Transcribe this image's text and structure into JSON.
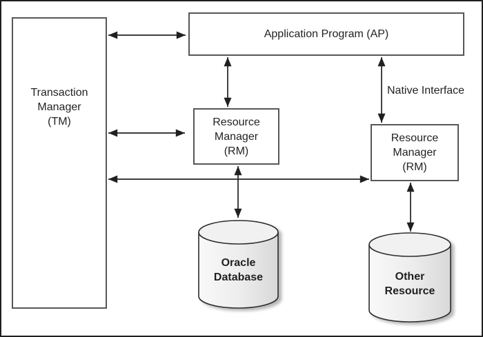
{
  "diagram": {
    "transaction_manager": {
      "label": "Transaction\nManager\n(TM)"
    },
    "application_program": {
      "label": "Application Program (AP)"
    },
    "resource_manager_left": {
      "label": "Resource\nManager\n(RM)"
    },
    "resource_manager_right": {
      "label": "Resource\nManager\n(RM)"
    },
    "oracle_database": {
      "label": "Oracle\nDatabase"
    },
    "other_resource": {
      "label": "Other\nResource"
    },
    "native_interface_label": "Native Interface",
    "colors": {
      "frame": "#1f1f1f",
      "box_border": "#55565a",
      "arrow": "#231f20",
      "text": "#231f20",
      "cylinder_light": "#f9f9f9",
      "cylinder_dark": "#d8d8d8",
      "cylinder_top": "#f1f1f1"
    }
  }
}
